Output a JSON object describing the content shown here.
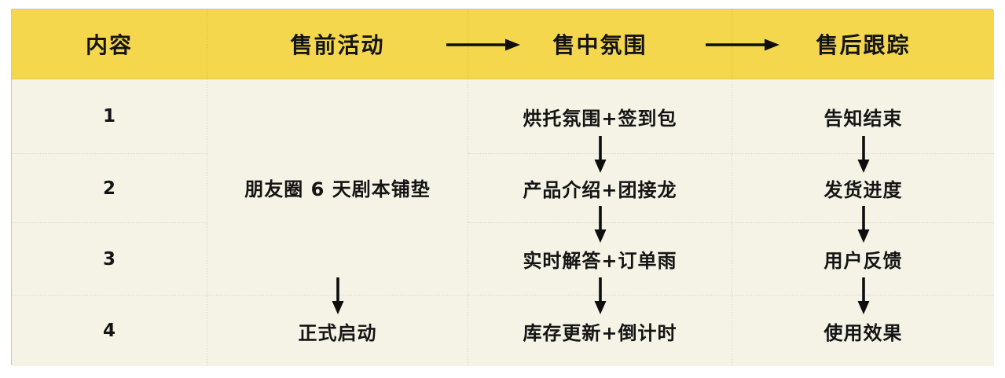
{
  "table": {
    "header": {
      "content": "内容",
      "presale": "售前活动",
      "midsale": "售中氛围",
      "aftersale": "售后跟踪"
    },
    "row_numbers": {
      "r1": "1",
      "r2": "2",
      "r3": "3",
      "r4": "4"
    },
    "presale": {
      "merged_r1_r3": "朋友圈 6 天剧本铺垫",
      "r4": "正式启动"
    },
    "midsale": {
      "r1": "烘托氛围+签到包",
      "r2": "产品介绍+团接龙",
      "r3": "实时解答+订单雨",
      "r4": "库存更新+倒计时"
    },
    "aftersale": {
      "r1": "告知结束",
      "r2": "发货进度",
      "r3": "用户反馈",
      "r4": "使用效果"
    }
  },
  "colors": {
    "header_bg": "#F5D74E",
    "body_bg": "#F4F3E6",
    "text": "#141414",
    "grid_line": "#D9D8CB",
    "outer_border": "#C8C7BE",
    "arrow": "#0E0E0E"
  }
}
